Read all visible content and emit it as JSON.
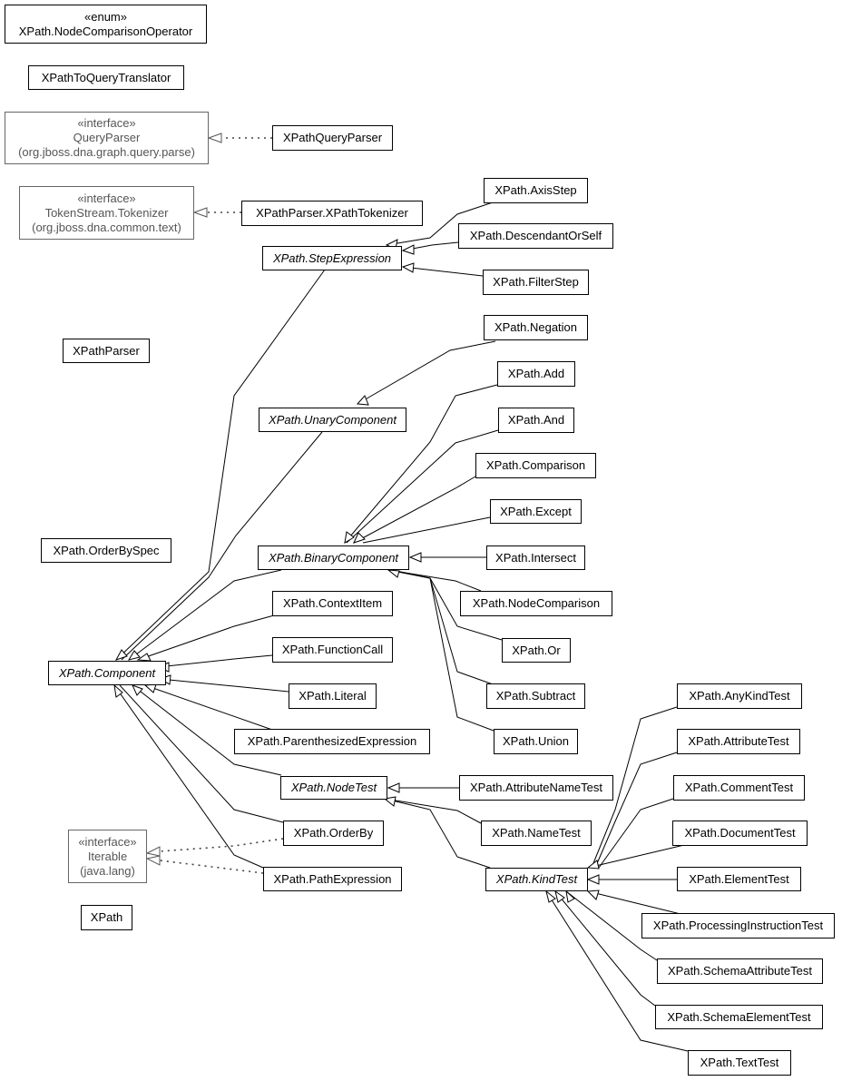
{
  "classes": {
    "node_comparison_operator": {
      "stereotype": "«enum»",
      "name": "XPath.NodeComparisonOperator"
    },
    "xpath_to_query_translator": {
      "name": "XPathToQueryTranslator"
    },
    "query_parser": {
      "stereotype": "«interface»",
      "name": "QueryParser",
      "package": "(org.jboss.dna.graph.query.parse)"
    },
    "xpath_query_parser": {
      "name": "XPathQueryParser"
    },
    "token_stream_tokenizer": {
      "stereotype": "«interface»",
      "name": "TokenStream.Tokenizer",
      "package": "(org.jboss.dna.common.text)"
    },
    "xpath_tokenizer": {
      "name": "XPathParser.XPathTokenizer"
    },
    "axis_step": {
      "name": "XPath.AxisStep"
    },
    "descendant_or_self": {
      "name": "XPath.DescendantOrSelf"
    },
    "step_expression": {
      "name": "XPath.StepExpression"
    },
    "filter_step": {
      "name": "XPath.FilterStep"
    },
    "negation": {
      "name": "XPath.Negation"
    },
    "xpath_parser": {
      "name": "XPathParser"
    },
    "add": {
      "name": "XPath.Add"
    },
    "unary_component": {
      "name": "XPath.UnaryComponent"
    },
    "and": {
      "name": "XPath.And"
    },
    "comparison": {
      "name": "XPath.Comparison"
    },
    "except": {
      "name": "XPath.Except"
    },
    "order_by_spec": {
      "name": "XPath.OrderBySpec"
    },
    "binary_component": {
      "name": "XPath.BinaryComponent"
    },
    "intersect": {
      "name": "XPath.Intersect"
    },
    "context_item": {
      "name": "XPath.ContextItem"
    },
    "node_comparison": {
      "name": "XPath.NodeComparison"
    },
    "or": {
      "name": "XPath.Or"
    },
    "function_call": {
      "name": "XPath.FunctionCall"
    },
    "component": {
      "name": "XPath.Component"
    },
    "literal": {
      "name": "XPath.Literal"
    },
    "subtract": {
      "name": "XPath.Subtract"
    },
    "any_kind_test": {
      "name": "XPath.AnyKindTest"
    },
    "parenthesized_expression": {
      "name": "XPath.ParenthesizedExpression"
    },
    "union": {
      "name": "XPath.Union"
    },
    "attribute_test": {
      "name": "XPath.AttributeTest"
    },
    "node_test": {
      "name": "XPath.NodeTest"
    },
    "attribute_name_test": {
      "name": "XPath.AttributeNameTest"
    },
    "comment_test": {
      "name": "XPath.CommentTest"
    },
    "iterable": {
      "stereotype": "«interface»",
      "name": "Iterable",
      "package": "(java.lang)"
    },
    "order_by": {
      "name": "XPath.OrderBy"
    },
    "name_test": {
      "name": "XPath.NameTest"
    },
    "document_test": {
      "name": "XPath.DocumentTest"
    },
    "path_expression": {
      "name": "XPath.PathExpression"
    },
    "kind_test": {
      "name": "XPath.KindTest"
    },
    "element_test": {
      "name": "XPath.ElementTest"
    },
    "xpath": {
      "name": "XPath"
    },
    "processing_instruction_test": {
      "name": "XPath.ProcessingInstructionTest"
    },
    "schema_attribute_test": {
      "name": "XPath.SchemaAttributeTest"
    },
    "schema_element_test": {
      "name": "XPath.SchemaElementTest"
    },
    "text_test": {
      "name": "XPath.TextTest"
    }
  },
  "colors": {
    "line": "#000000",
    "interface_border": "#666666",
    "interface_text": "#555555",
    "background": "#ffffff"
  }
}
